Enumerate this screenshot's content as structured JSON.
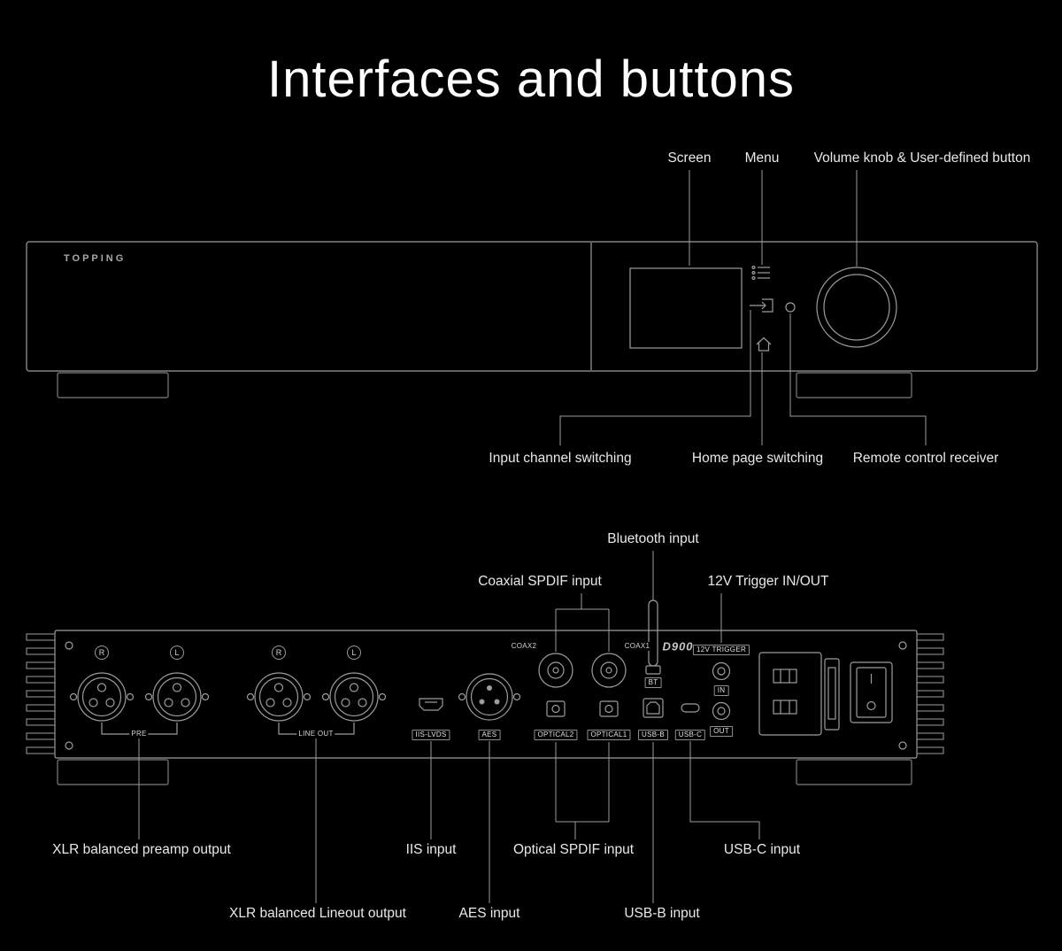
{
  "title": "Interfaces and buttons",
  "front": {
    "brand": "TOPPING",
    "callouts_top": [
      {
        "id": "screen",
        "label": "Screen"
      },
      {
        "id": "menu",
        "label": "Menu"
      },
      {
        "id": "volume-knob",
        "label": "Volume knob & User-defined button"
      }
    ],
    "callouts_bottom": [
      {
        "id": "input-channel",
        "label": "Input channel switching"
      },
      {
        "id": "home-page",
        "label": "Home page switching"
      },
      {
        "id": "remote-receiver",
        "label": "Remote control receiver"
      }
    ]
  },
  "rear": {
    "model": "D900",
    "callouts_top": [
      {
        "id": "bluetooth",
        "label": "Bluetooth input"
      },
      {
        "id": "coaxial",
        "label": "Coaxial SPDIF input"
      },
      {
        "id": "trigger",
        "label": "12V Trigger IN/OUT"
      }
    ],
    "callouts_bottom": [
      {
        "id": "xlr-preamp",
        "label": "XLR balanced preamp output"
      },
      {
        "id": "iis",
        "label": "IIS input"
      },
      {
        "id": "optical",
        "label": "Optical SPDIF input"
      },
      {
        "id": "usb-c",
        "label": "USB-C input"
      },
      {
        "id": "xlr-lineout",
        "label": "XLR balanced Lineout output"
      },
      {
        "id": "aes",
        "label": "AES input"
      },
      {
        "id": "usb-b",
        "label": "USB-B input"
      }
    ],
    "ports": {
      "pre": "PRE",
      "lineout": "LINE OUT",
      "iis": "IIS-LVDS",
      "aes": "AES",
      "coax2": "COAX2",
      "coax1": "COAX1",
      "optical2": "OPTICAL2",
      "optical1": "OPTICAL1",
      "bt": "BT",
      "usbb": "USB-B",
      "usbc": "USB-C",
      "trigger": "12V TRIGGER",
      "in": "IN",
      "out": "OUT",
      "r": "R",
      "l": "L"
    }
  },
  "colors": {
    "background": "#000000",
    "line": "#9c9c9c",
    "text": "#e9e9e9"
  }
}
